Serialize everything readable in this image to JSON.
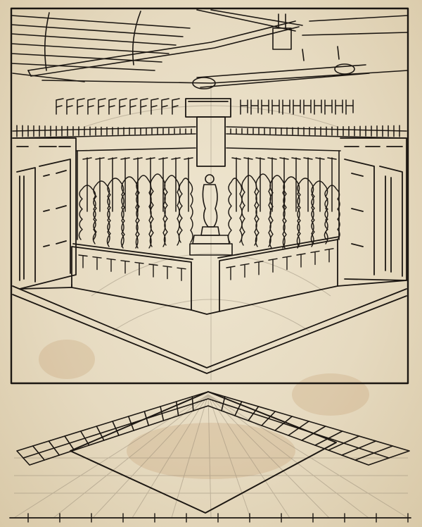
{
  "image": {
    "kind": "woodcut-perspective-illustration",
    "paper_color": "#e7dcc4",
    "ink_color": "#1c1712"
  },
  "upper_scene": {
    "subject": "stage-set-courtyard",
    "sections": [
      "ceiling-beams",
      "ornament-frieze",
      "left-wall",
      "central-garden-bed",
      "right-wall",
      "pedestal-statue",
      "front-ground"
    ]
  },
  "lower_diagram": {
    "subject": "floor-plan-perspective-grid",
    "sections": [
      "left-tiled-strip",
      "right-tiled-strip",
      "diamond-outline",
      "vanishing-lines",
      "baseline-ruler"
    ]
  }
}
